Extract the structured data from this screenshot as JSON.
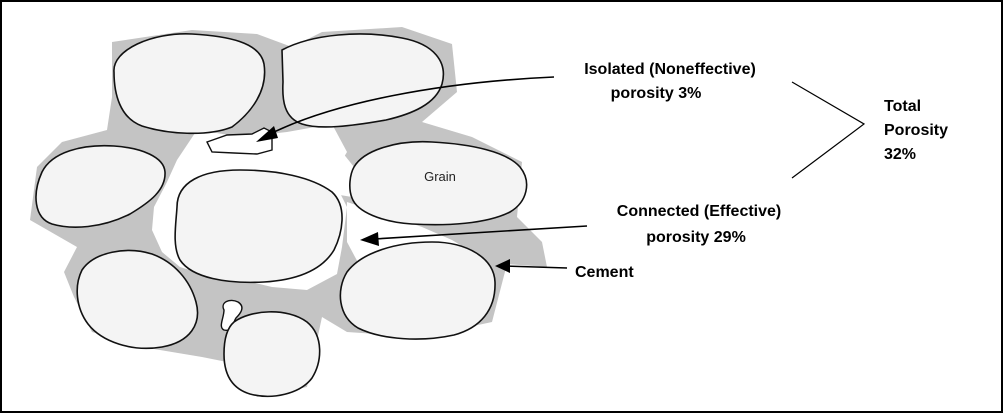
{
  "labels": {
    "isolated_line1": "Isolated (Noneffective)",
    "isolated_line2": "porosity 3%",
    "total_line1": "Total",
    "total_line2": "Porosity",
    "total_line3": "32%",
    "grain": "Grain",
    "connected_line1": "Connected (Effective)",
    "connected_line2": "porosity 29%",
    "cement": "Cement"
  },
  "colors": {
    "cement": "#c4c4c4",
    "grain": "#f4f4f4",
    "pore": "#ffffff",
    "outline": "#111111"
  }
}
